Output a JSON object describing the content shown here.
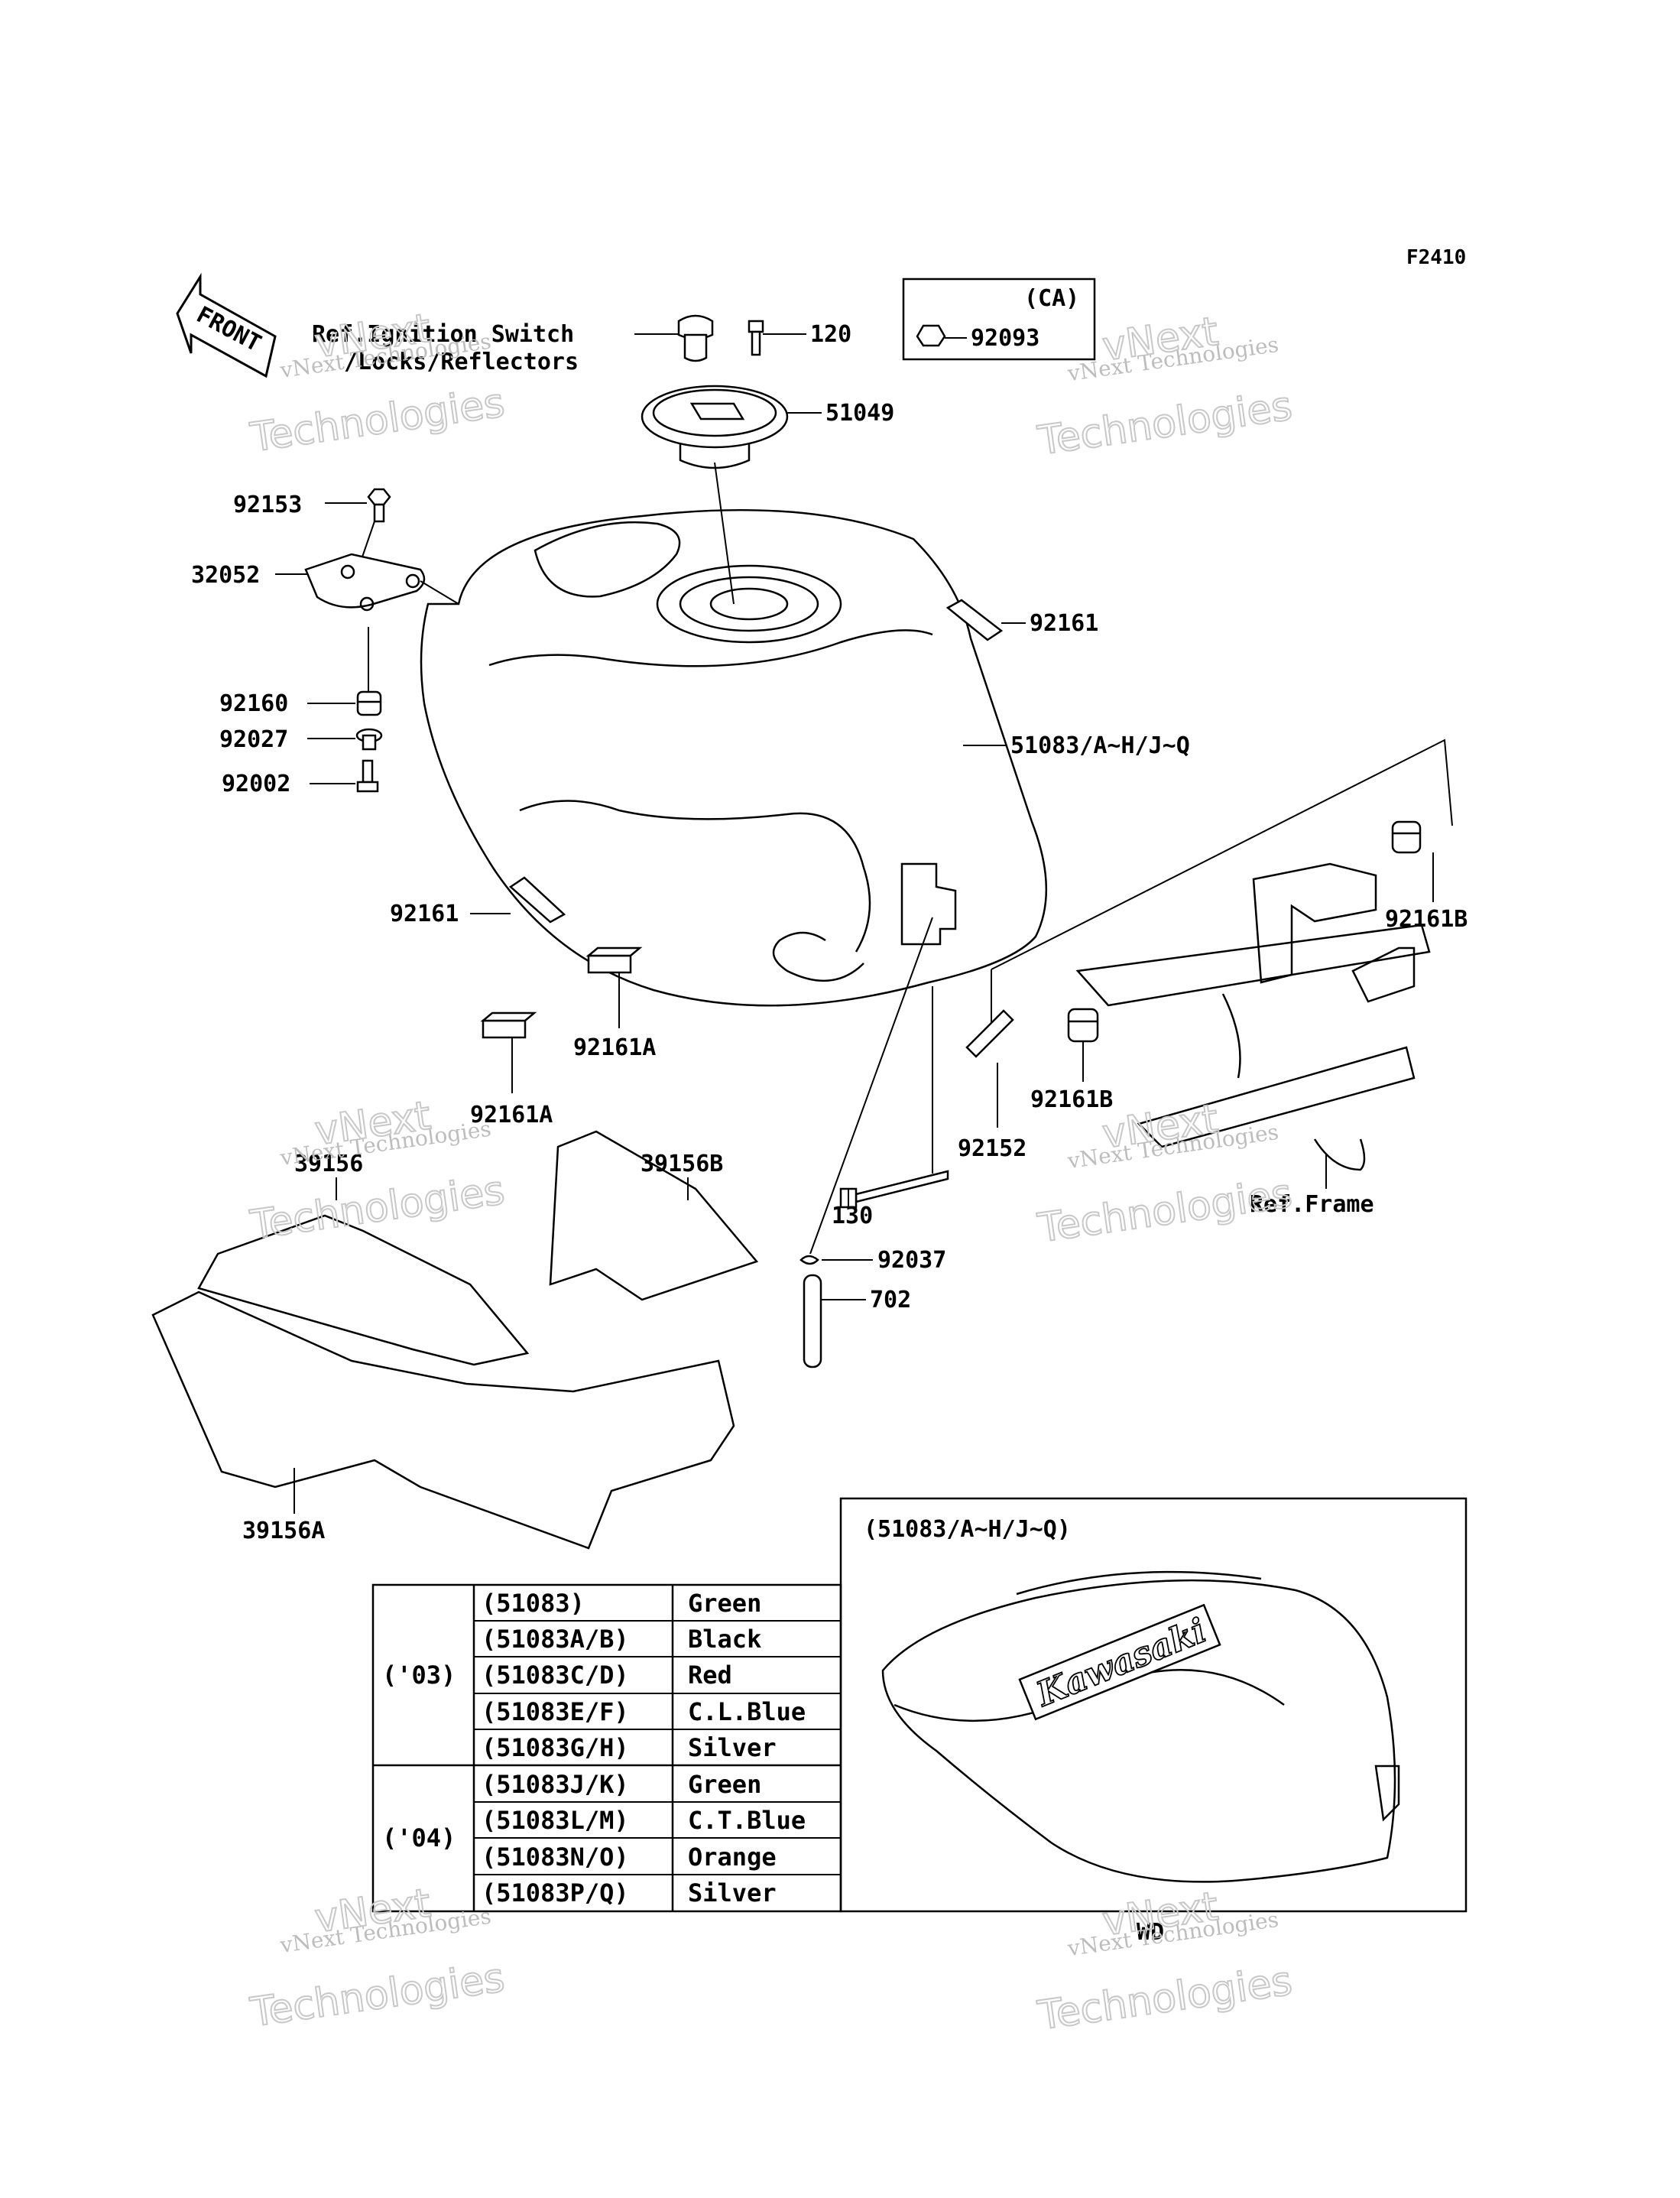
{
  "figure_code": "F2410",
  "front_label": "FRONT",
  "ca_box": {
    "title": "(CA)",
    "part": "92093"
  },
  "ref_labels": {
    "ignition_line1": "Ref.Ignition Switch",
    "ignition_line2": "/Locks/Reflectors",
    "frame": "Ref.Frame"
  },
  "callouts": {
    "p120": "120",
    "p51049": "51049",
    "p92153": "92153",
    "p32052": "32052",
    "p92161_top": "92161",
    "p51083": "51083/A~H/J~Q",
    "p92160": "92160",
    "p92027": "92027",
    "p92002": "92002",
    "p92161_left": "92161",
    "p92161A_1": "92161A",
    "p92161A_2": "92161A",
    "p92161B_1": "92161B",
    "p92161B_2": "92161B",
    "p92152": "92152",
    "p130": "130",
    "p92037": "92037",
    "p702": "702",
    "p39156": "39156",
    "p39156B": "39156B",
    "p39156A": "39156A"
  },
  "inset": {
    "title": "(51083/A~H/J~Q)",
    "logo": "Kawasaki",
    "code": "WD"
  },
  "color_table": {
    "groups": [
      {
        "year": "('03)",
        "rows": [
          {
            "part": "(51083)",
            "color": "Green"
          },
          {
            "part": "(51083A/B)",
            "color": "Black"
          },
          {
            "part": "(51083C/D)",
            "color": "Red"
          },
          {
            "part": "(51083E/F)",
            "color": "C.L.Blue"
          },
          {
            "part": "(51083G/H)",
            "color": "Silver"
          }
        ]
      },
      {
        "year": "('04)",
        "rows": [
          {
            "part": "(51083J/K)",
            "color": "Green"
          },
          {
            "part": "(51083L/M)",
            "color": "C.T.Blue"
          },
          {
            "part": "(51083N/O)",
            "color": "Orange"
          },
          {
            "part": "(51083P/Q)",
            "color": "Silver"
          }
        ]
      }
    ]
  },
  "watermark": {
    "line1": "vNext Technologies",
    "word1": "vNext",
    "word2": "Technologies"
  }
}
